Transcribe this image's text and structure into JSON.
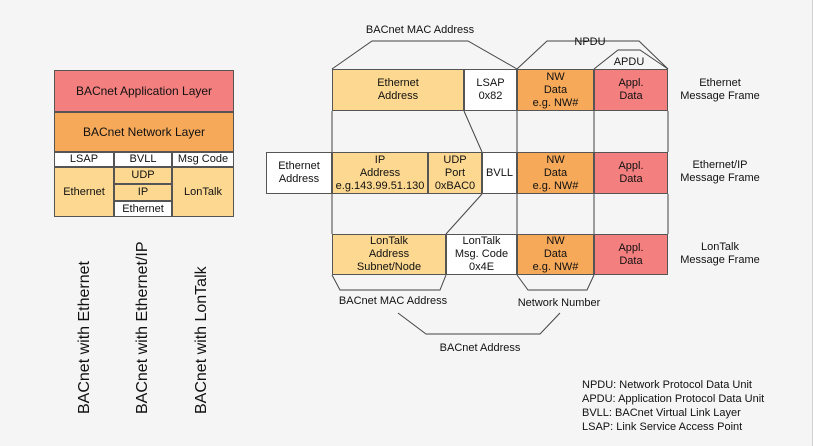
{
  "stack": {
    "app_layer": "BACnet Application Layer",
    "net_layer": "BACnet Network Layer",
    "lsap": "LSAP",
    "bvll": "BVLL",
    "msg_code": "Msg Code",
    "ethernet": "Ethernet",
    "udp": "UDP",
    "ip": "IP",
    "ethernet_small": "Ethernet",
    "lontalk": "LonTalk"
  },
  "vertical_labels": [
    "BACnet with Ethernet",
    "BACnet with Ethernet/IP",
    "BACnet with LonTalk"
  ],
  "top_labels": {
    "mac_address": "BACnet MAC Address",
    "npdu": "NPDU",
    "apdu": "APDU"
  },
  "row_ethernet": {
    "addr": "Ethernet\nAddress",
    "lsap": "LSAP\n0x82",
    "nw": "NW\nData\ne.g. NW#",
    "appl": "Appl.\nData",
    "frame": "Ethernet\nMessage Frame"
  },
  "row_ip": {
    "eth_addr": "Ethernet\nAddress",
    "ip": "IP\nAddress\ne.g.143.99.51.130",
    "udp": "UDP\nPort\n0xBAC0",
    "bvll": "BVLL",
    "nw": "NW\nData\ne.g. NW#",
    "appl": "Appl.\nData",
    "frame": "Ethernet/IP\nMessage Frame"
  },
  "row_lontalk": {
    "addr": "LonTalk\nAddress\nSubnet/Node",
    "msg": "LonTalk\nMsg. Code\n0x4E",
    "nw": "NW\nData\ne.g. NW#",
    "appl": "Appl.\nData",
    "frame": "LonTalk\nMessage Frame"
  },
  "bottom_labels": {
    "mac_address": "BACnet MAC Address",
    "network_number": "Network Number",
    "bacnet_address": "BACnet Address"
  },
  "legend": [
    "NPDU: Network Protocol Data Unit",
    "APDU: Application Protocol Data Unit",
    "BVLL: BACnet Virtual Link Layer",
    "LSAP: Link Service Access Point"
  ],
  "colors": {
    "application": "#f47f7f",
    "network": "#f7a95a",
    "datalink": "#fcd890"
  }
}
